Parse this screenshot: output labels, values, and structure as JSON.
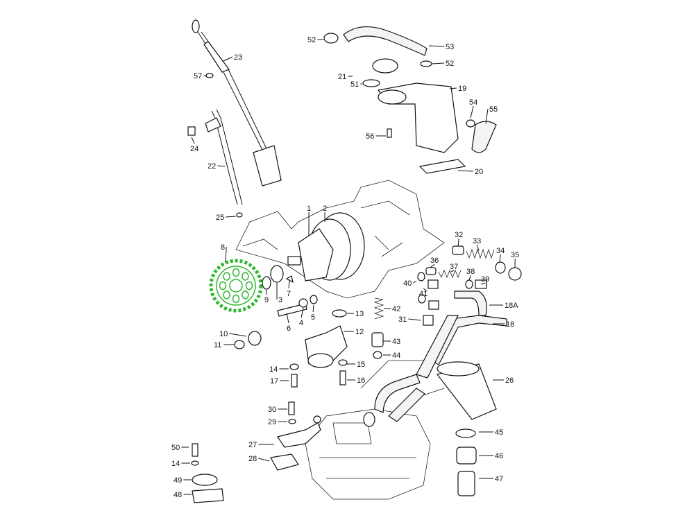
{
  "diagram": {
    "title": "Engine lubrication parts exploded view",
    "highlight_color": "#2fb82f",
    "highlighted_part": "8",
    "labels": [
      "52",
      "53",
      "52",
      "21",
      "51",
      "19",
      "54",
      "55",
      "56",
      "20",
      "23",
      "57",
      "24",
      "22",
      "25",
      "1",
      "2",
      "8",
      "32",
      "33",
      "34",
      "35",
      "36",
      "37",
      "38",
      "39",
      "40",
      "41",
      "9",
      "3",
      "7",
      "42",
      "18A",
      "13",
      "4",
      "5",
      "6",
      "31",
      "18",
      "12",
      "43",
      "10",
      "11",
      "44",
      "14",
      "15",
      "26",
      "17",
      "16",
      "30",
      "29",
      "45",
      "27",
      "50",
      "46",
      "28",
      "14",
      "49",
      "47",
      "48"
    ]
  }
}
